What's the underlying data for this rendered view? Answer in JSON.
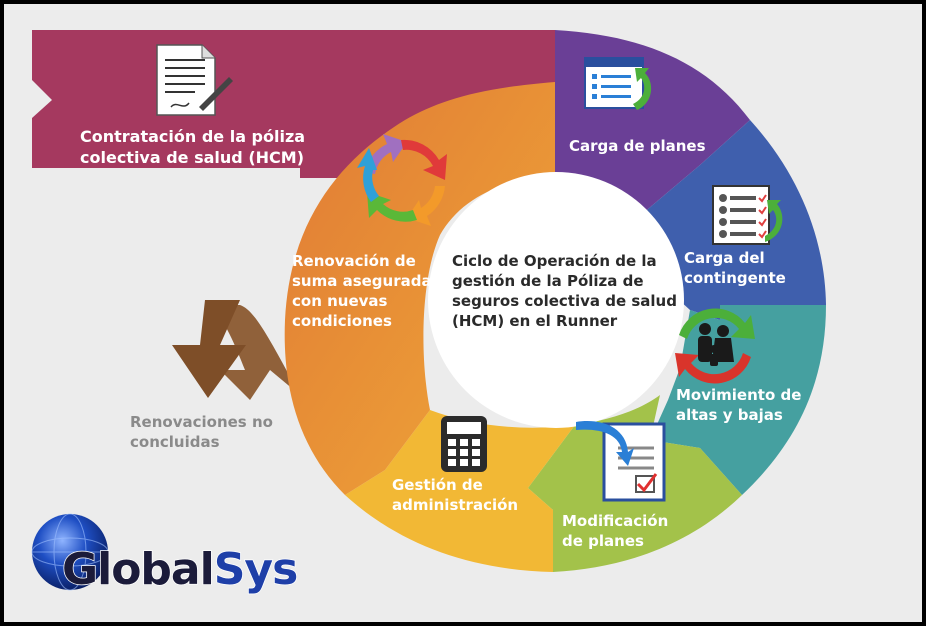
{
  "diagram": {
    "center_text": [
      "Ciclo de Operación de la",
      "gestión de la Póliza de",
      "seguros colectiva de salud",
      "(HCM) en el Runner"
    ],
    "steps": [
      {
        "id": "contratacion",
        "lines": [
          "Contratación de la póliza",
          "colectiva de salud (HCM)"
        ],
        "color": "#a5395f",
        "icon": "contract-document-icon"
      },
      {
        "id": "carga-planes",
        "lines": [
          "Carga de planes"
        ],
        "color": "#6a3f96",
        "icon": "upload-list-icon"
      },
      {
        "id": "carga-contingente",
        "lines": [
          "Carga del",
          "contingente"
        ],
        "color": "#3f5fad",
        "icon": "checklist-icon"
      },
      {
        "id": "movimiento",
        "lines": [
          "Movimiento de",
          "altas y bajas"
        ],
        "color": "#45a0a0",
        "icon": "family-cycle-icon"
      },
      {
        "id": "modificacion",
        "lines": [
          "Modificación",
          "de planes"
        ],
        "color": "#a3c24a",
        "icon": "edit-document-icon"
      },
      {
        "id": "gestion",
        "lines": [
          "Gestión de",
          "administración"
        ],
        "color": "#f2b835",
        "icon": "calculator-icon"
      },
      {
        "id": "renovacion",
        "lines": [
          "Renovación de",
          "suma asegurada",
          "con nuevas",
          "condiciones"
        ],
        "color": "#e9862f",
        "icon": "renew-cycle-icon"
      }
    ],
    "side_note": [
      "Renovaciones no",
      "concluidas"
    ]
  },
  "logo": {
    "part1": "Global",
    "part2": "Sys"
  },
  "colors": {
    "background": "#ececec",
    "border": "#000000",
    "side_note": "#8a8a8a",
    "arrow_brown": "#8b5a30",
    "logo_dark": "#1b1b3a",
    "logo_blue": "#1e3fa8"
  }
}
